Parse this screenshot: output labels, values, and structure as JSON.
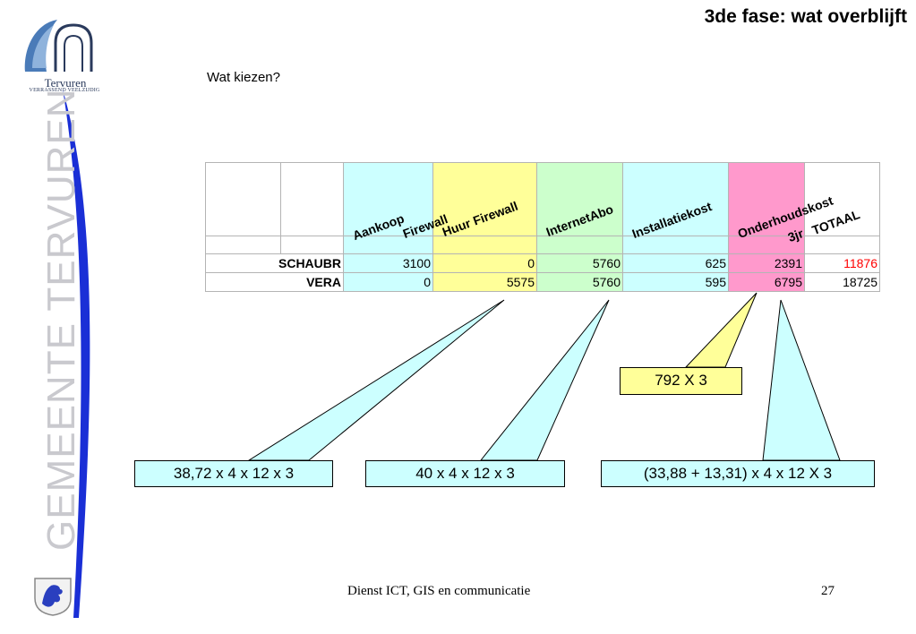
{
  "slide": {
    "title": "3de fase: wat overblijft",
    "subtitle": "Wat kiezen?",
    "vertical_text": "GEMEENTE TERVUREN",
    "logo_name": "Tervuren",
    "logo_tagline": "VERRASSEND VEELZIJDIG",
    "footer": "Dienst ICT, GIS en communicatie",
    "page_number": "27"
  },
  "table": {
    "headers": [
      "Aankoop Firewall",
      "Huur Firewall",
      "InternetAbo",
      "Installatiekost",
      "Onderhoudskost 3jr",
      "TOTAAL"
    ],
    "header_lines": {
      "aankoop": [
        "Aankoop",
        "Firewall"
      ],
      "onderhoud": [
        "Onderhoudskost",
        "3jr"
      ]
    },
    "rows": [
      {
        "label": "SCHAUBR",
        "values": [
          "3100",
          "0",
          "5760",
          "625",
          "2391",
          "11876"
        ]
      },
      {
        "label": "VERA",
        "values": [
          "0",
          "5575",
          "5760",
          "595",
          "6795",
          "18725"
        ]
      }
    ]
  },
  "callouts": [
    {
      "text": "38,72 x 4 x 12 x 3"
    },
    {
      "text": "40 x 4 x 12 x 3"
    },
    {
      "text": "(33,88 + 13,31) x 4 x 12 X 3"
    },
    {
      "text": "792 X 3"
    }
  ],
  "colors": {
    "cyan": "#ccffff",
    "yellow": "#ffff99",
    "green": "#ccffcc",
    "pink": "#ff99cc",
    "highlight_red": "#ff0000"
  }
}
